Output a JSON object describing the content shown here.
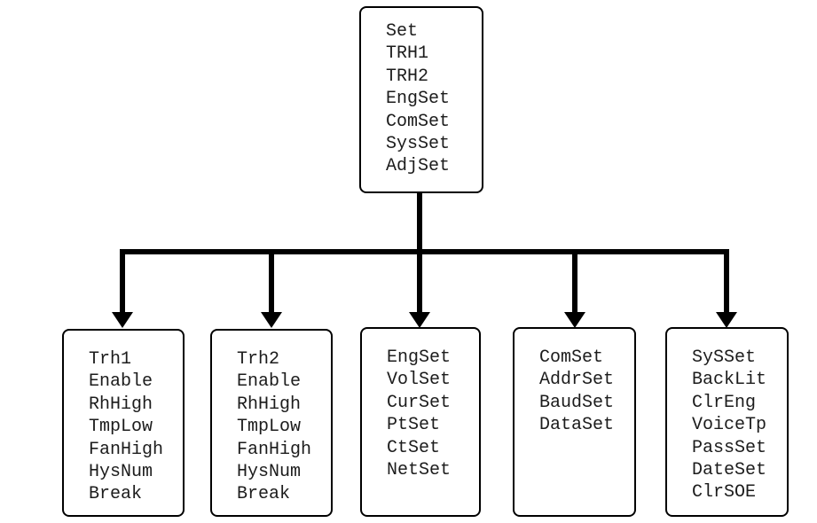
{
  "diagram": {
    "title": "settings-menu-tree",
    "colors": {
      "background": "#ffffff",
      "line": "#000000",
      "box_border": "#000000",
      "text": "#1c1c1c"
    },
    "root": {
      "name": "set-menu",
      "items": [
        "Set",
        "TRH1",
        "TRH2",
        "EngSet",
        "ComSet",
        "SysSet",
        "AdjSet"
      ]
    },
    "children": [
      {
        "name": "trh1-menu",
        "items": [
          "Trh1",
          "Enable",
          "RhHigh",
          "TmpLow",
          "FanHigh",
          "HysNum",
          "Break"
        ]
      },
      {
        "name": "trh2-menu",
        "items": [
          "Trh2",
          "Enable",
          "RhHigh",
          "TmpLow",
          "FanHigh",
          "HysNum",
          "Break"
        ]
      },
      {
        "name": "engset-menu",
        "items": [
          "EngSet",
          "VolSet",
          "CurSet",
          "PtSet",
          "CtSet",
          "NetSet"
        ]
      },
      {
        "name": "comset-menu",
        "items": [
          "ComSet",
          "AddrSet",
          "BaudSet",
          "DataSet"
        ]
      },
      {
        "name": "sysset-menu",
        "items": [
          "SySSet",
          "BackLit",
          "ClrEng",
          "VoiceTp",
          "PassSet",
          "DateSet",
          "ClrSOE"
        ]
      }
    ]
  }
}
